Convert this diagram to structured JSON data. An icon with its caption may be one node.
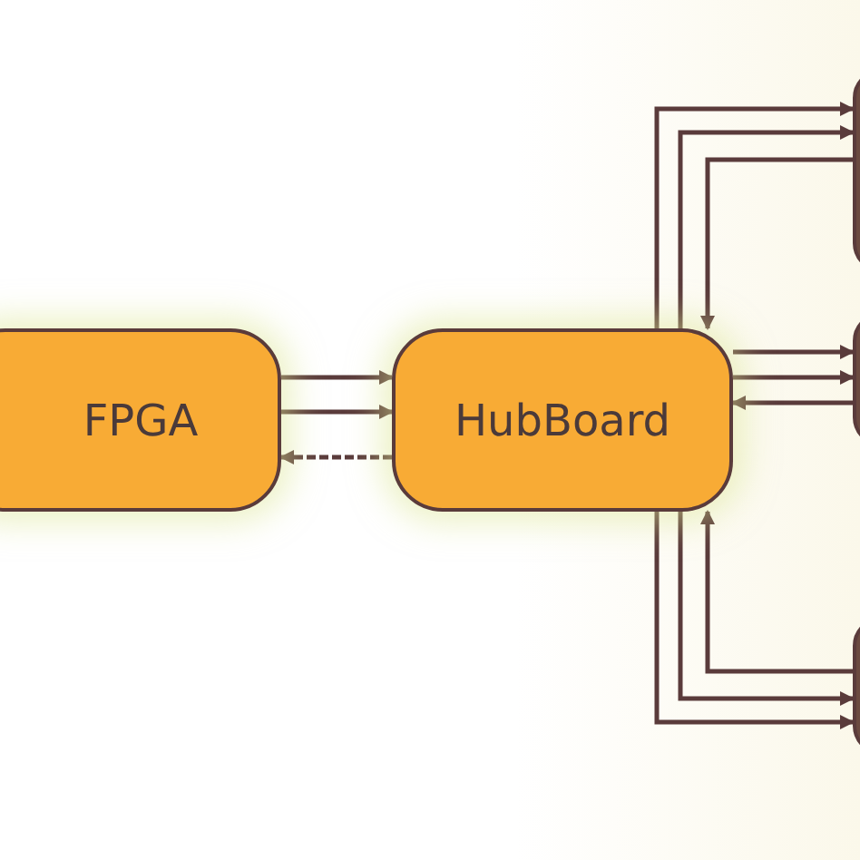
{
  "diagram": {
    "nodes": [
      {
        "text": [
          "FPGA"
        ]
      },
      {
        "text": [
          "HubBoard"
        ]
      },
      {
        "text": [],
        "shape": "box"
      },
      {
        "text": [],
        "shape": "box"
      },
      {
        "text": [],
        "shape": "box"
      }
    ],
    "edges": [
      {
        "from": 0,
        "to": 1,
        "arrow": "to"
      },
      {
        "from": 0,
        "to": 1,
        "arrow": "to"
      },
      {
        "from": 1,
        "to": 0,
        "arrow": "to",
        "style": "dashed"
      },
      {
        "from": 1,
        "to": 2,
        "arrow": "to"
      },
      {
        "from": 1,
        "to": 2,
        "arrow": "to"
      },
      {
        "from": 2,
        "to": 1,
        "arrow": "to"
      },
      {
        "from": 1,
        "to": 3,
        "arrow": "to"
      },
      {
        "from": 1,
        "to": 3,
        "arrow": "to"
      },
      {
        "from": 3,
        "to": 1,
        "arrow": "to"
      },
      {
        "from": 1,
        "to": 4,
        "arrow": "to"
      },
      {
        "from": 1,
        "to": 4,
        "arrow": "to"
      },
      {
        "from": 4,
        "to": 1,
        "arrow": "to"
      }
    ]
  }
}
